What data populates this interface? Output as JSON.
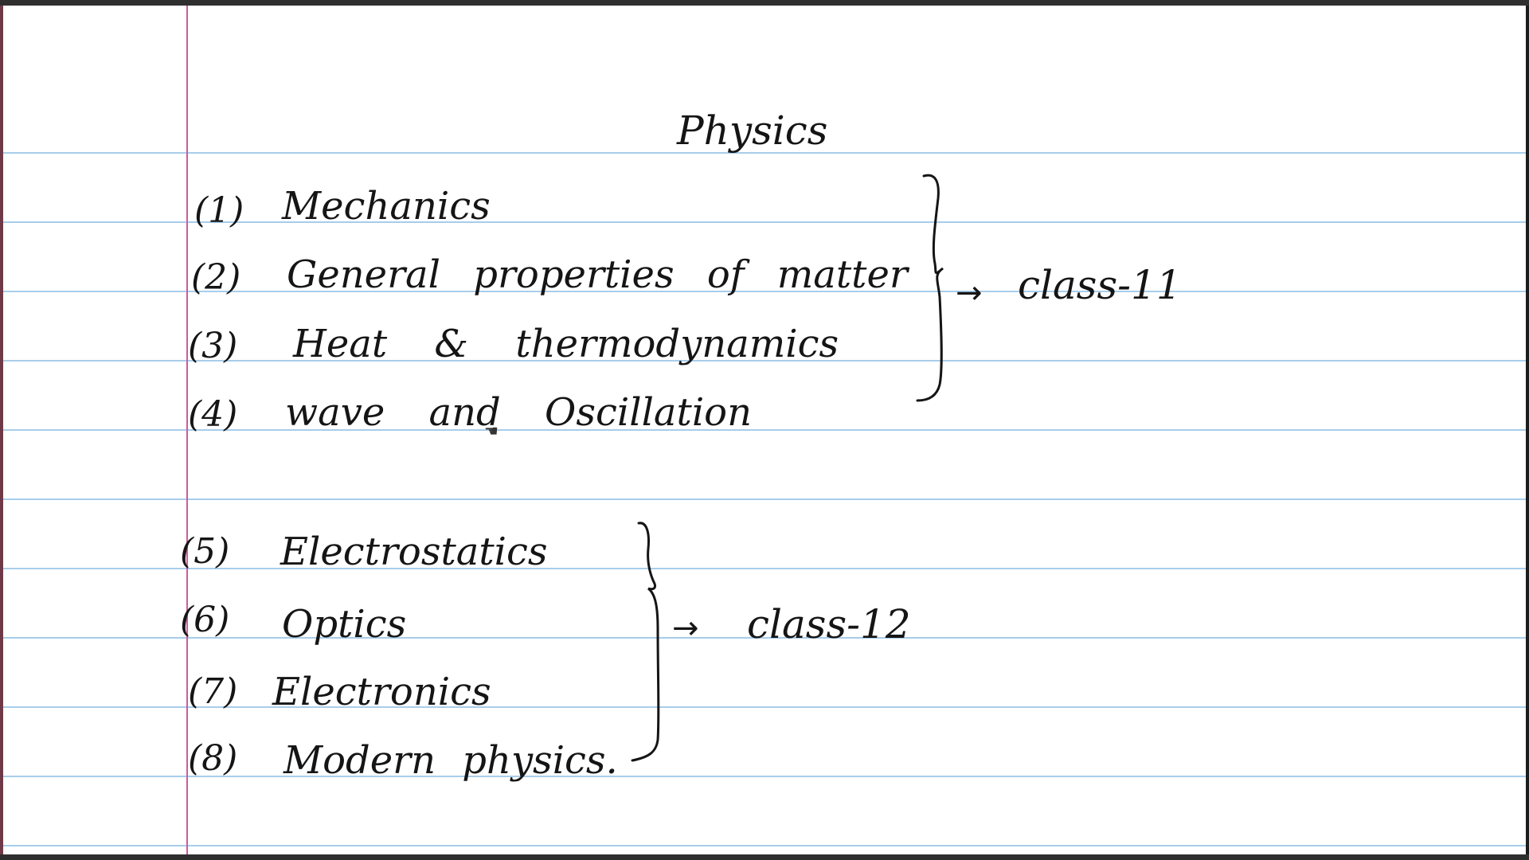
{
  "title": "Physics",
  "class11": {
    "label": "class-11",
    "arrow": "→",
    "items": [
      {
        "number": "(1)",
        "topic": "Mechanics"
      },
      {
        "number": "(2)",
        "topic": "General properties of matter"
      },
      {
        "number": "(3)",
        "topic": "Heat & thermodynamics"
      },
      {
        "number": "(4)",
        "topic": "wave and Oscillation"
      }
    ]
  },
  "class12": {
    "label": "class-12",
    "arrow": "→",
    "items": [
      {
        "number": "(5)",
        "topic": "Electrostatics"
      },
      {
        "number": "(6)",
        "topic": "Optics"
      },
      {
        "number": "(7)",
        "topic": "Electronics"
      },
      {
        "number": "(8)",
        "topic": "Modern physics."
      }
    ]
  },
  "cursor_icon": "hand-pointer-icon",
  "colors": {
    "paper": "#ffffff",
    "rule_lines": "#a8cdea",
    "margin_line": "#d05a9b",
    "ink": "#151515",
    "frame": "#2f2f2f"
  }
}
